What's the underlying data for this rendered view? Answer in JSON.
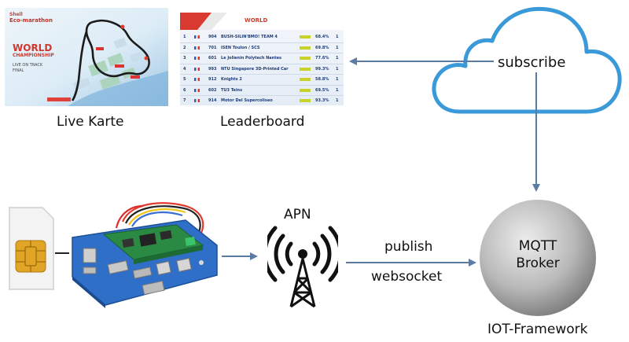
{
  "labels": {
    "live_map": "Live Karte",
    "leaderboard": "Leaderboard",
    "subscribe": "subscribe",
    "apn": "APN",
    "publish": "publish",
    "websocket": "websocket",
    "broker_line1": "MQTT",
    "broker_line2": "Broker",
    "iot_framework": "IOT-Framework"
  },
  "map_screen": {
    "brand": "Shell",
    "event": "Eco-marathon",
    "title_line1": "WORLD",
    "title_line2": "CHAMPIONSHIP",
    "sub_line1": "LIVE ON TRACK",
    "sub_line2": "FINAL"
  },
  "leaderboard_screen": {
    "title": "WORLD",
    "rows": [
      {
        "pos": "1",
        "num": "904",
        "team": "BUSH-SILIN'BMO! TEAM 4",
        "pct": "68.4%",
        "lap": "1"
      },
      {
        "pos": "2",
        "num": "701",
        "team": "ISEN Toulon / SCS",
        "pct": "69.8%",
        "lap": "1"
      },
      {
        "pos": "3",
        "num": "601",
        "team": "Le Jolienin Polytech Nantes",
        "pct": "77.6%",
        "lap": "1"
      },
      {
        "pos": "4",
        "num": "993",
        "team": "NTU Singapore 3D-Printed Car",
        "pct": "99.3%",
        "lap": "1"
      },
      {
        "pos": "5",
        "num": "912",
        "team": "Knights 2",
        "pct": "58.8%",
        "lap": "1"
      },
      {
        "pos": "6",
        "num": "602",
        "team": "TU3 Teins",
        "pct": "69.5%",
        "lap": "1"
      },
      {
        "pos": "7",
        "num": "914",
        "team": "Motor Del Supercoliseo",
        "pct": "93.3%",
        "lap": "1"
      }
    ]
  },
  "colors": {
    "cloud_stroke": "#3a9ad9",
    "arrow": "#5b7ba3",
    "board_blue": "#2f66c0"
  }
}
